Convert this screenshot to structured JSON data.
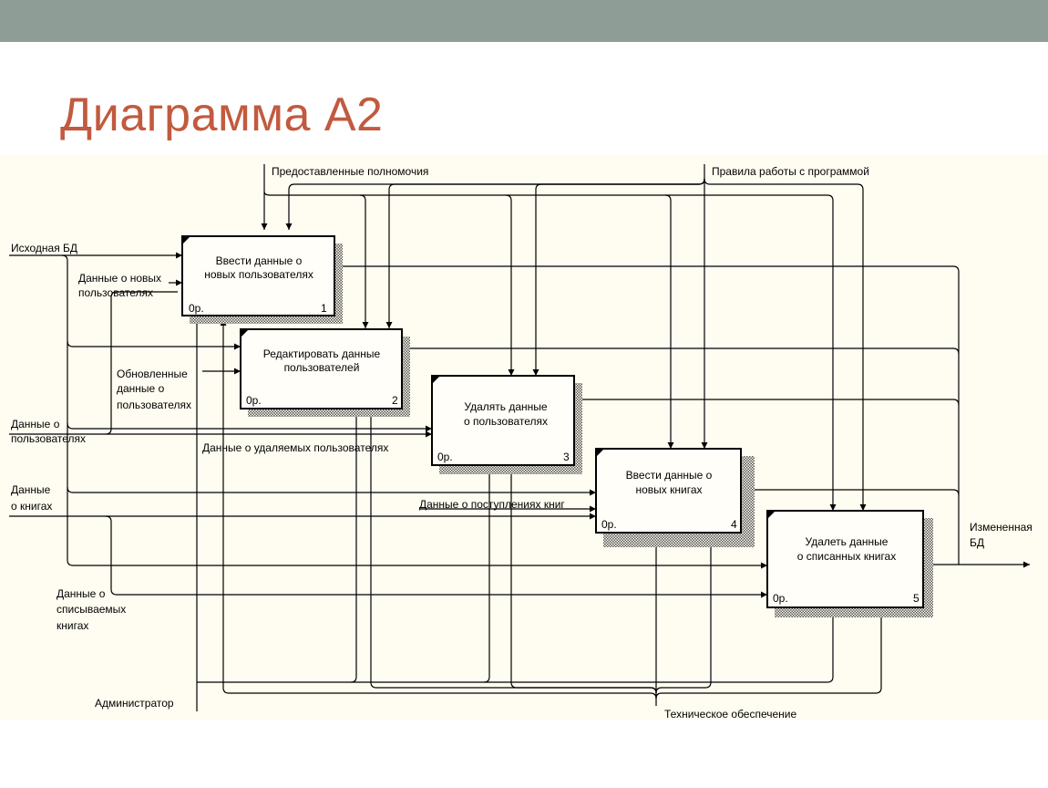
{
  "slide": {
    "title": "Диаграмма А2"
  },
  "diagram": {
    "boxes": [
      {
        "label": [
          "Ввести данные о",
          "новых пользователях"
        ],
        "cost": "0р.",
        "number": "1"
      },
      {
        "label": [
          "Редактировать данные",
          "пользователей"
        ],
        "cost": "0р.",
        "number": "2"
      },
      {
        "label": [
          "Удалять данные",
          "о пользователях"
        ],
        "cost": "0р.",
        "number": "3"
      },
      {
        "label": [
          "Ввести данные о",
          "новых книгах"
        ],
        "cost": "0р.",
        "number": "4"
      },
      {
        "label": [
          "Удалеть данные",
          "о списанных книгах"
        ],
        "cost": "0р.",
        "number": "5"
      }
    ],
    "arrow_labels": {
      "controls_left": "Предоставленные полномочия",
      "controls_right": "Правила работы с программой",
      "input_db": "Исходная БД",
      "new_users_data": [
        "Данные о новых",
        "пользователях"
      ],
      "updated_data": [
        "Обновленные",
        "данные о",
        "пользователях"
      ],
      "users_data": [
        "Данные о",
        "пользователях"
      ],
      "deleted_users_data": "Данные о удаляемых пользователях",
      "books_data": [
        "Данные",
        "о книгах"
      ],
      "books_arrivals": "Данные о поступлениях книг",
      "written_off_books": [
        "Данные о",
        "списываемых",
        "книгах"
      ],
      "output_db": [
        "Измененная",
        "БД"
      ],
      "mechanism_admin": "Администратор",
      "mechanism_hw": "Техническое обеспечение"
    }
  }
}
